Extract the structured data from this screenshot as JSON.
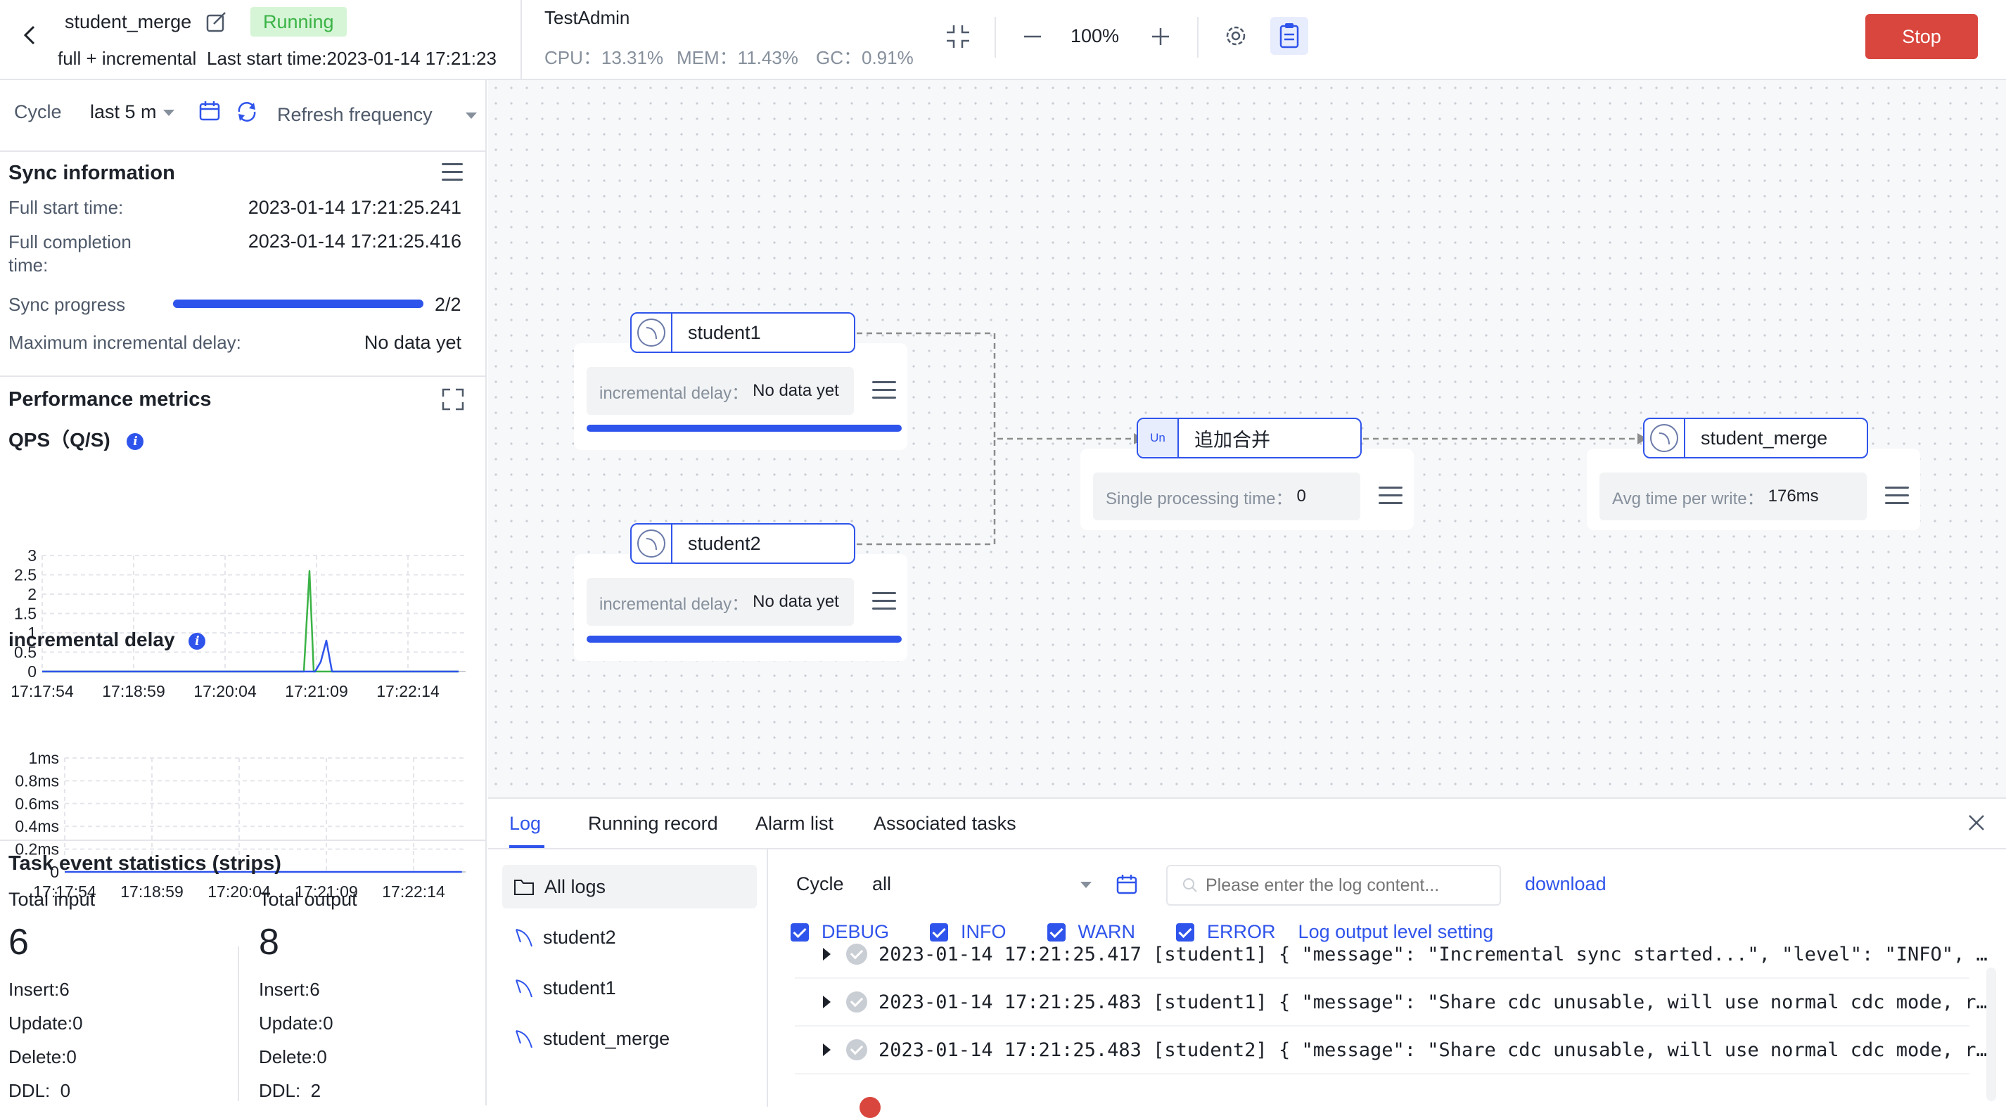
{
  "header": {
    "task_name": "student_merge",
    "status": "Running",
    "sync_type": "full + incremental",
    "last_start": "Last start time:2023-01-14 17:21:23",
    "agent": "TestAdmin",
    "cpu": "CPU：13.31%",
    "mem": "MEM：11.43%",
    "gc": "GC：0.91%",
    "zoom": "100%",
    "stop_label": "Stop",
    "colors": {
      "running_bg": "#d6f5d6",
      "running_text": "#3bb346",
      "stop_bg": "#d9463e",
      "accent": "#2f54eb"
    }
  },
  "filter": {
    "cycle_label": "Cycle",
    "cycle_value": "last 5 m",
    "refresh_label": "Refresh frequency"
  },
  "sync_info": {
    "title": "Sync information",
    "full_start_label": "Full start time:",
    "full_start_value": "2023-01-14 17:21:25.241",
    "full_completion_label_1": "Full completion",
    "full_completion_label_2": "time:",
    "full_completion_value": "2023-01-14 17:21:25.416",
    "progress_label": "Sync progress",
    "progress_value": "2/2",
    "progress_fraction": 1.0,
    "max_delay_label": "Maximum incremental delay:",
    "max_delay_value": "No data yet"
  },
  "performance": {
    "title": "Performance metrics",
    "qps_title": "QPS（Q/S)",
    "delay_title": "incremental delay"
  },
  "chart_data": [
    {
      "type": "line",
      "title": "QPS（Q/S)",
      "x_ticks": [
        "17:17:54",
        "17:18:59",
        "17:20:04",
        "17:21:09",
        "17:22:14"
      ],
      "y_ticks": [
        "3",
        "2.5",
        "2",
        "1.5",
        "1",
        "0.5",
        "0"
      ],
      "ylim": [
        0,
        3
      ],
      "grid": true,
      "series": [
        {
          "color": "#3bb346",
          "x": [
            "17:17:54",
            "17:20:55",
            "17:21:00",
            "17:21:04",
            "17:21:07",
            "17:21:09",
            "17:22:50"
          ],
          "y": [
            0,
            0,
            0,
            2.6,
            0,
            0,
            0
          ]
        },
        {
          "color": "#2f54eb",
          "x": [
            "17:17:54",
            "17:21:08",
            "17:21:12",
            "17:21:16",
            "17:21:20",
            "17:22:50"
          ],
          "y": [
            0,
            0,
            0.25,
            0.8,
            0,
            0
          ]
        }
      ]
    },
    {
      "type": "line",
      "title": "incremental delay",
      "x_ticks": [
        "17:17:54",
        "17:18:59",
        "17:20:04",
        "17:21:09",
        "17:22:14"
      ],
      "y_ticks": [
        "1ms",
        "0.8ms",
        "0.6ms",
        "0.4ms",
        "0.2ms",
        "0"
      ],
      "ylim": [
        0,
        1
      ],
      "grid": true,
      "series": [
        {
          "color": "#2f54eb",
          "x": [
            "17:17:54",
            "17:22:50"
          ],
          "y": [
            0,
            0
          ]
        }
      ]
    }
  ],
  "events": {
    "title": "Task event statistics (strips)",
    "total_input_label": "Total input",
    "total_input_value": "6",
    "total_output_label": "Total output",
    "total_output_value": "8",
    "input_insert": "Insert:6",
    "input_update": "Update:0",
    "input_delete": "Delete:0",
    "input_ddl": "DDL:  0",
    "output_insert": "Insert:6",
    "output_update": "Update:0",
    "output_delete": "Delete:0",
    "output_ddl": "DDL:  2"
  },
  "dag": {
    "student1": {
      "name": "student1",
      "delay_label": "incremental delay：",
      "delay_value": "No data yet"
    },
    "student2": {
      "name": "student2",
      "delay_label": "incremental delay：",
      "delay_value": "No data yet"
    },
    "merge": {
      "badge": "Un",
      "name": "追加合并",
      "metric_label": "Single processing time：",
      "metric_value": "0"
    },
    "target": {
      "name": "student_merge",
      "metric_label": "Avg time per write：",
      "metric_value": "176ms"
    }
  },
  "bottom": {
    "tabs": [
      "Log",
      "Running record",
      "Alarm list",
      "Associated tasks"
    ],
    "sources": [
      "All logs",
      "student2",
      "student1",
      "student_merge"
    ],
    "cycle_label": "Cycle",
    "cycle_value": "all",
    "search_placeholder": "Please enter the log content...",
    "download_label": "download",
    "levels": [
      "DEBUG",
      "INFO",
      "WARN",
      "ERROR"
    ],
    "level_setting_label": "Log output level setting",
    "logs": [
      "2023-01-14 17:21:25.417 [student1] { \"message\": \"Incremental sync started...\", \"level\": \"INFO\", …",
      "2023-01-14 17:21:25.483 [student1] { \"message\": \"Share cdc unusable, will use normal cdc mode, r…",
      "2023-01-14 17:21:25.483 [student2] { \"message\": \"Share cdc unusable, will use normal cdc mode, r…"
    ]
  }
}
